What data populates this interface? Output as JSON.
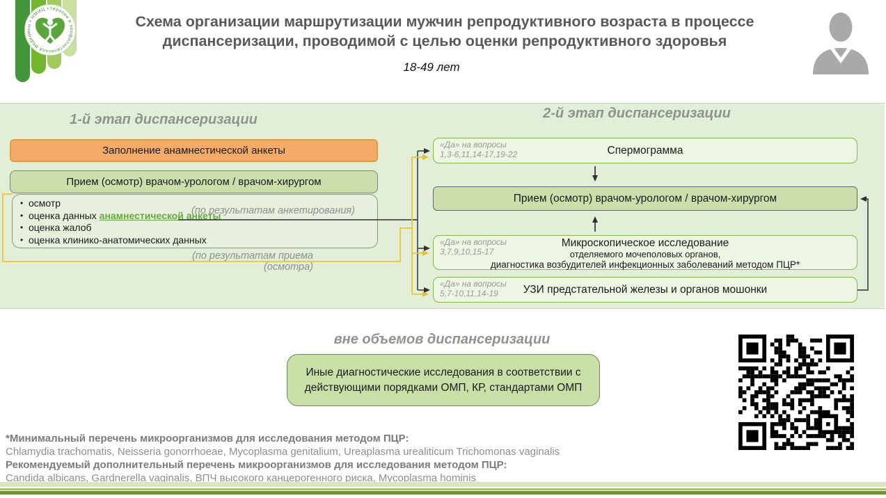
{
  "header": {
    "title_line1": "Схема организации маршрутизации мужчин репродуктивного возраста в процессе",
    "title_line2": "диспансеризации, проводимой с целью оценки репродуктивного здоровья",
    "subtitle": "18-49 лет",
    "logo_ring_text": "терапии и профилактической медицины • НМИЦ •"
  },
  "stage1": {
    "heading": "1-й этап диспансеризации",
    "questionnaire_box": "Заполнение  анамнестической  анкеты",
    "doctor_box": "Прием (осмотр) врачом-урологом / врачом-хирургом",
    "bullet1": "осмотр",
    "bullet2_prefix": "оценка данных ",
    "bullet2_link": "анамнестической анкеты",
    "bullet3": "оценка жалоб",
    "bullet4": "оценка клинико-анатомических  данных",
    "note_questionnaire": "(по результатам анкетирования)",
    "note_exam": "(по результатам приема (осмотра)"
  },
  "stage2": {
    "heading": "2-й этап диспансеризации",
    "sperm": {
      "label_line1": "«Да» на вопросы",
      "label_line2": "1,3-6,11,14-17,19-22",
      "title": "Спермограмма"
    },
    "doctor": {
      "title": "Прием (осмотр) врачом-урологом / врачом-хирургом"
    },
    "micro": {
      "label_line1": "«Да» на вопросы",
      "label_line2": "3,7,9,10,15-17",
      "line1": "Микроскопическое  исследование",
      "line2": "отделяемого  мочеполовых  органов,",
      "line3": "диагностика  возбудителей  инфекционных  заболеваний  методом  ПЦР*"
    },
    "ultrasound": {
      "label_line1": "«Да» на вопросы",
      "label_line2": "5,7-10,11,14-19",
      "title": "УЗИ предстательной  железы  и органов мошонки"
    }
  },
  "outside_scope": {
    "heading": "вне объемов диспансеризации",
    "box_line1": "Иные диагностические  исследования  в соответствии с",
    "box_line2": "действующими  порядками  ОМП,  КР,  стандартами  ОМП"
  },
  "footnotes": {
    "line1": "*Минимальный перечень микроорганизмов для исследования методом ПЦР:",
    "line2": "Chlamydia trachomatis, Neisseria gonorrhoeae,  Mycoplasma genitalium,  Ureaplasma urealiticum Trichomonas vaginalis",
    "line3": "Рекомендуемый дополнительный перечень микроорганизмов для исследования методом ПЦР:",
    "line4": "Candida albicans, Gardnerella vaginalis,  ВПЧ высокого канцерогенного риска, Mycoplasma hominis"
  },
  "colors": {
    "accent_orange": "#f5ab68",
    "connector_yellow": "#e8c634",
    "connector_dark": "#2f2f2f",
    "box_green": "#cbdfad",
    "panel_green": "#e3eed9",
    "light_box_green": "#edf5e3",
    "light_box_border": "#86b553",
    "brand_green": "#74b52e",
    "link_green": "#69a544",
    "heading_gray": "#8e948b",
    "title_gray": "#595959"
  }
}
